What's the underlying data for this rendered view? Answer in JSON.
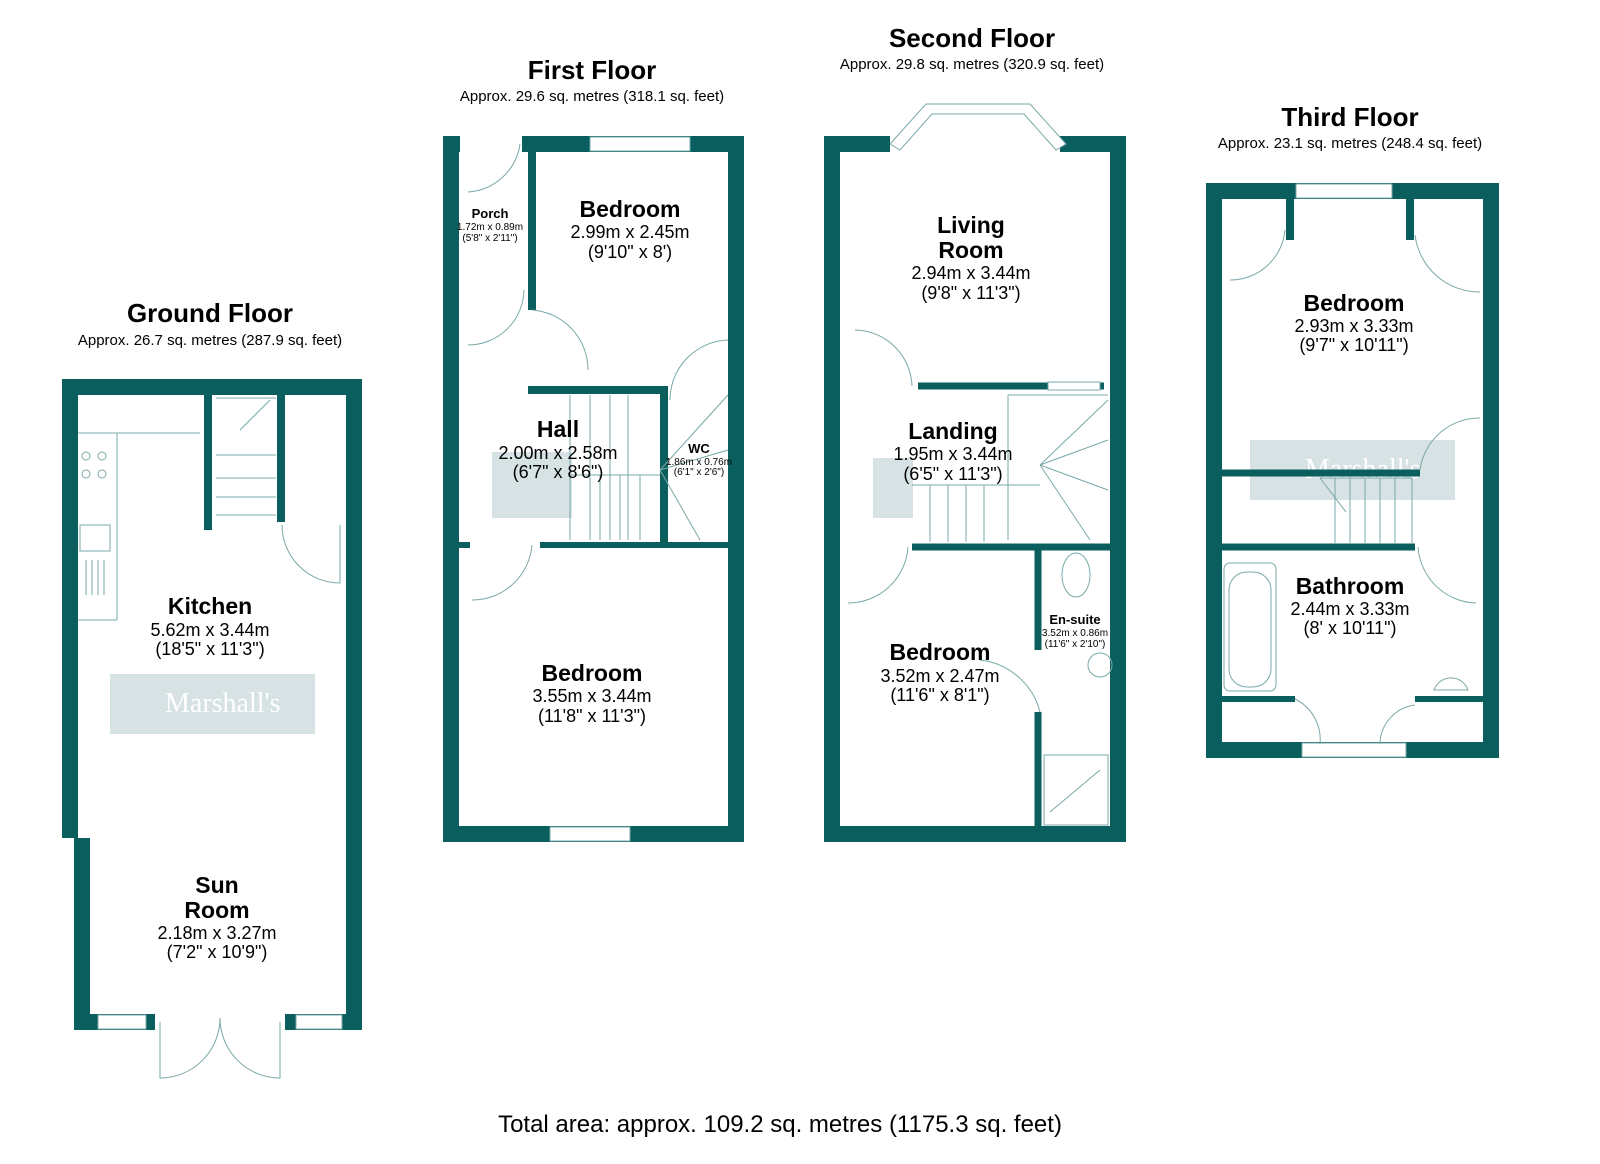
{
  "floors": {
    "ground": {
      "title": "Ground Floor",
      "area": "Approx. 26.7 sq. metres (287.9 sq. feet)",
      "rooms": [
        {
          "name": "Kitchen",
          "metric": "5.62m x 3.44m",
          "imperial": "(18'5\" x 11'3\")"
        },
        {
          "name_line1": "Sun",
          "name_line2": "Room",
          "metric": "2.18m x 3.27m",
          "imperial": "(7'2\" x 10'9\")"
        }
      ]
    },
    "first": {
      "title": "First Floor",
      "area": "Approx. 29.6 sq. metres (318.1 sq. feet)",
      "rooms": [
        {
          "name": "Porch",
          "metric": "1.72m x 0.89m",
          "imperial": "(5'8\" x 2'11\")"
        },
        {
          "name": "Bedroom",
          "metric": "2.99m x 2.45m",
          "imperial": "(9'10\" x 8')"
        },
        {
          "name": "Hall",
          "metric": "2.00m x 2.58m",
          "imperial": "(6'7\" x 8'6\")"
        },
        {
          "name": "WC",
          "metric": "1.86m x 0.76m",
          "imperial": "(6'1\" x 2'6\")"
        },
        {
          "name": "Bedroom",
          "metric": "3.55m x 3.44m",
          "imperial": "(11'8\" x 11'3\")"
        }
      ]
    },
    "second": {
      "title": "Second Floor",
      "area": "Approx. 29.8 sq. metres (320.9 sq. feet)",
      "rooms": [
        {
          "name_line1": "Living",
          "name_line2": "Room",
          "metric": "2.94m x 3.44m",
          "imperial": "(9'8\" x 11'3\")"
        },
        {
          "name": "Landing",
          "metric": "1.95m x 3.44m",
          "imperial": "(6'5\" x 11'3\")"
        },
        {
          "name": "En-suite",
          "metric": "3.52m x 0.86m",
          "imperial": "(11'6\" x 2'10\")"
        },
        {
          "name": "Bedroom",
          "metric": "3.52m x 2.47m",
          "imperial": "(11'6\" x 8'1\")"
        }
      ]
    },
    "third": {
      "title": "Third Floor",
      "area": "Approx. 23.1 sq. metres (248.4 sq. feet)",
      "rooms": [
        {
          "name": "Bedroom",
          "metric": "2.93m x 3.33m",
          "imperial": "(9'7\" x 10'11\")"
        },
        {
          "name": "Bathroom",
          "metric": "2.44m x 3.33m",
          "imperial": "(8' x 10'11\")"
        }
      ]
    }
  },
  "watermark": "Marshall's",
  "total": "Total area: approx. 109.2 sq. metres (1175.3 sq. feet)",
  "colors": {
    "wall": "#0b5e5e",
    "fixture": "#7aa8a8"
  }
}
